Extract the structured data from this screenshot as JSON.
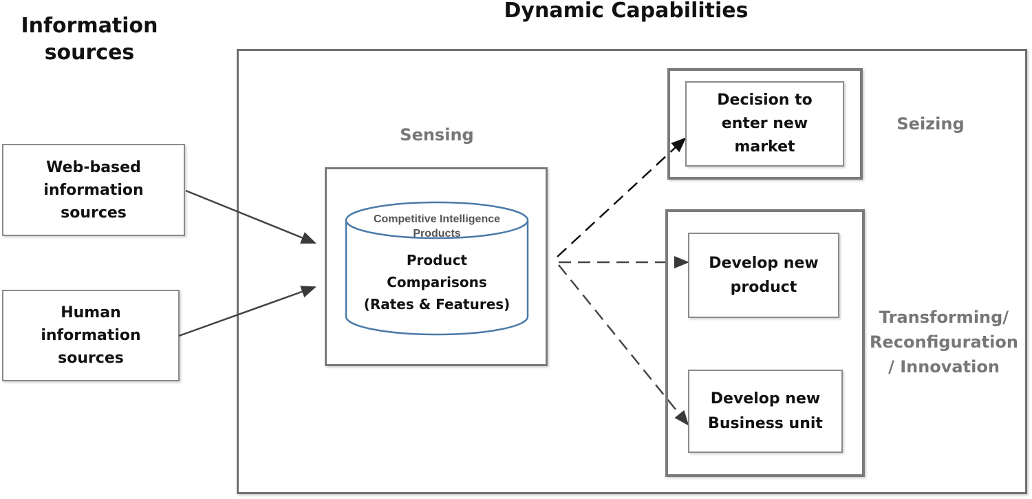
{
  "diagram": {
    "left_heading": "Information\nsources",
    "main_heading": "Dynamic Capabilities",
    "sources": [
      {
        "label": "Web-based\ninformation\nsources"
      },
      {
        "label": "Human\ninformation\nsources"
      }
    ],
    "stages": {
      "sensing": "Sensing",
      "seizing": "Seizing",
      "transforming": "Transforming/\nReconfiguration\n/ Innovation"
    },
    "database": {
      "top_label": "Competitive Intelligence\nProducts",
      "body_label": "Product\nComparisons\n(Rates & Features)",
      "stroke_color": "#4a7aa8"
    },
    "outcomes": [
      {
        "label": "Decision to\nenter new\nmarket",
        "stage": "Seizing"
      },
      {
        "label": "Develop new\nproduct",
        "stage": "Transforming"
      },
      {
        "label": "Develop new\nBusiness unit",
        "stage": "Transforming"
      }
    ],
    "connectors": [
      {
        "from": "Web-based information sources",
        "to": "Sensing",
        "style": "solid"
      },
      {
        "from": "Human information sources",
        "to": "Sensing",
        "style": "solid"
      },
      {
        "from": "Sensing",
        "to": "Decision to enter new market",
        "style": "dashed"
      },
      {
        "from": "Sensing",
        "to": "Develop new product",
        "style": "dashed"
      },
      {
        "from": "Sensing",
        "to": "Develop new Business unit",
        "style": "dashed"
      }
    ]
  }
}
